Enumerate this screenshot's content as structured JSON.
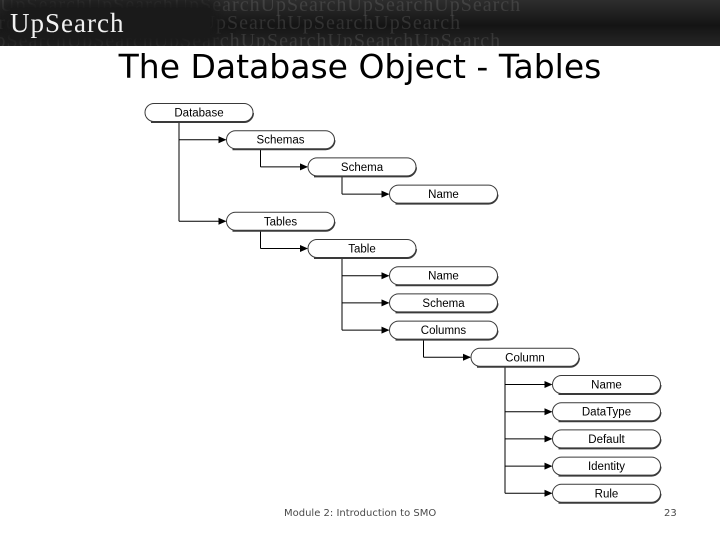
{
  "banner": {
    "logo_text": "UpSearch",
    "pattern_text": "UpSearchUpSearchUpSearchUpSearchUpSearchUpSearch"
  },
  "title": "The Database Object - Tables",
  "tree": {
    "root": {
      "label": "Database",
      "children": [
        {
          "label": "Schemas",
          "children": [
            {
              "label": "Schema",
              "children": [
                {
                  "label": "Name"
                }
              ]
            }
          ]
        },
        {
          "label": "Tables",
          "children": [
            {
              "label": "Table",
              "children": [
                {
                  "label": "Name"
                },
                {
                  "label": "Schema"
                },
                {
                  "label": "Columns",
                  "children": [
                    {
                      "label": "Column",
                      "children": [
                        {
                          "label": "Name"
                        },
                        {
                          "label": "DataType"
                        },
                        {
                          "label": "Default"
                        },
                        {
                          "label": "Identity"
                        },
                        {
                          "label": "Rule"
                        }
                      ]
                    }
                  ]
                }
              ]
            }
          ]
        }
      ]
    }
  },
  "footer": {
    "module": "Module 2: Introduction to SMO",
    "page_number": "23"
  }
}
